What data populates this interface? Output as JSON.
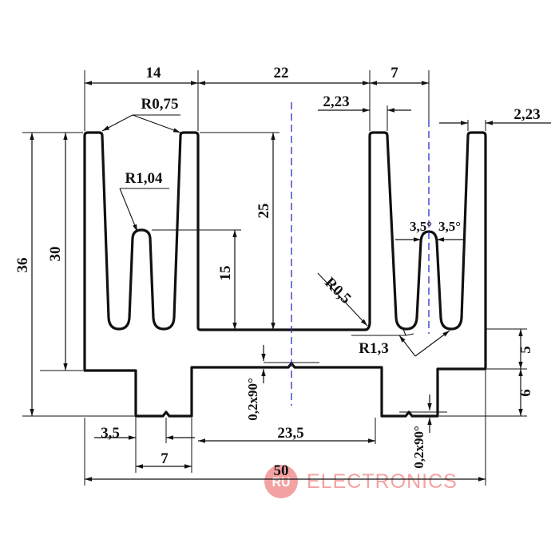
{
  "dimensions": {
    "top_fin_pitch": "14",
    "top_channel_width": "22",
    "top_right_pitch": "7",
    "fin_thickness_left": "2,23",
    "fin_thickness_right": "2,23",
    "outer_corner_radius": "R0,75",
    "left_inner_radius": "R1,04",
    "left_inner_height": "15",
    "channel_depth": "25",
    "channel_radius": "R0,5",
    "draft_angle_left": "3,5°",
    "draft_angle_right": "3,5°",
    "right_inner_radius": "R1,3",
    "total_height": "36",
    "fin_height": "30",
    "base_step_height": "5",
    "foot_height": "6",
    "groove_left": "0,2x90°",
    "groove_right": "0,2x90°",
    "foot_offset": "3,5",
    "foot_width": "7",
    "center_span": "23,5",
    "total_width": "50"
  },
  "watermark": {
    "logo_text": "RU",
    "brand_text": "ELECTRONICS",
    "color": "#f3a2a2"
  },
  "colors": {
    "profile": "#111111",
    "centerline": "#2b2bd1",
    "background": "#ffffff"
  }
}
